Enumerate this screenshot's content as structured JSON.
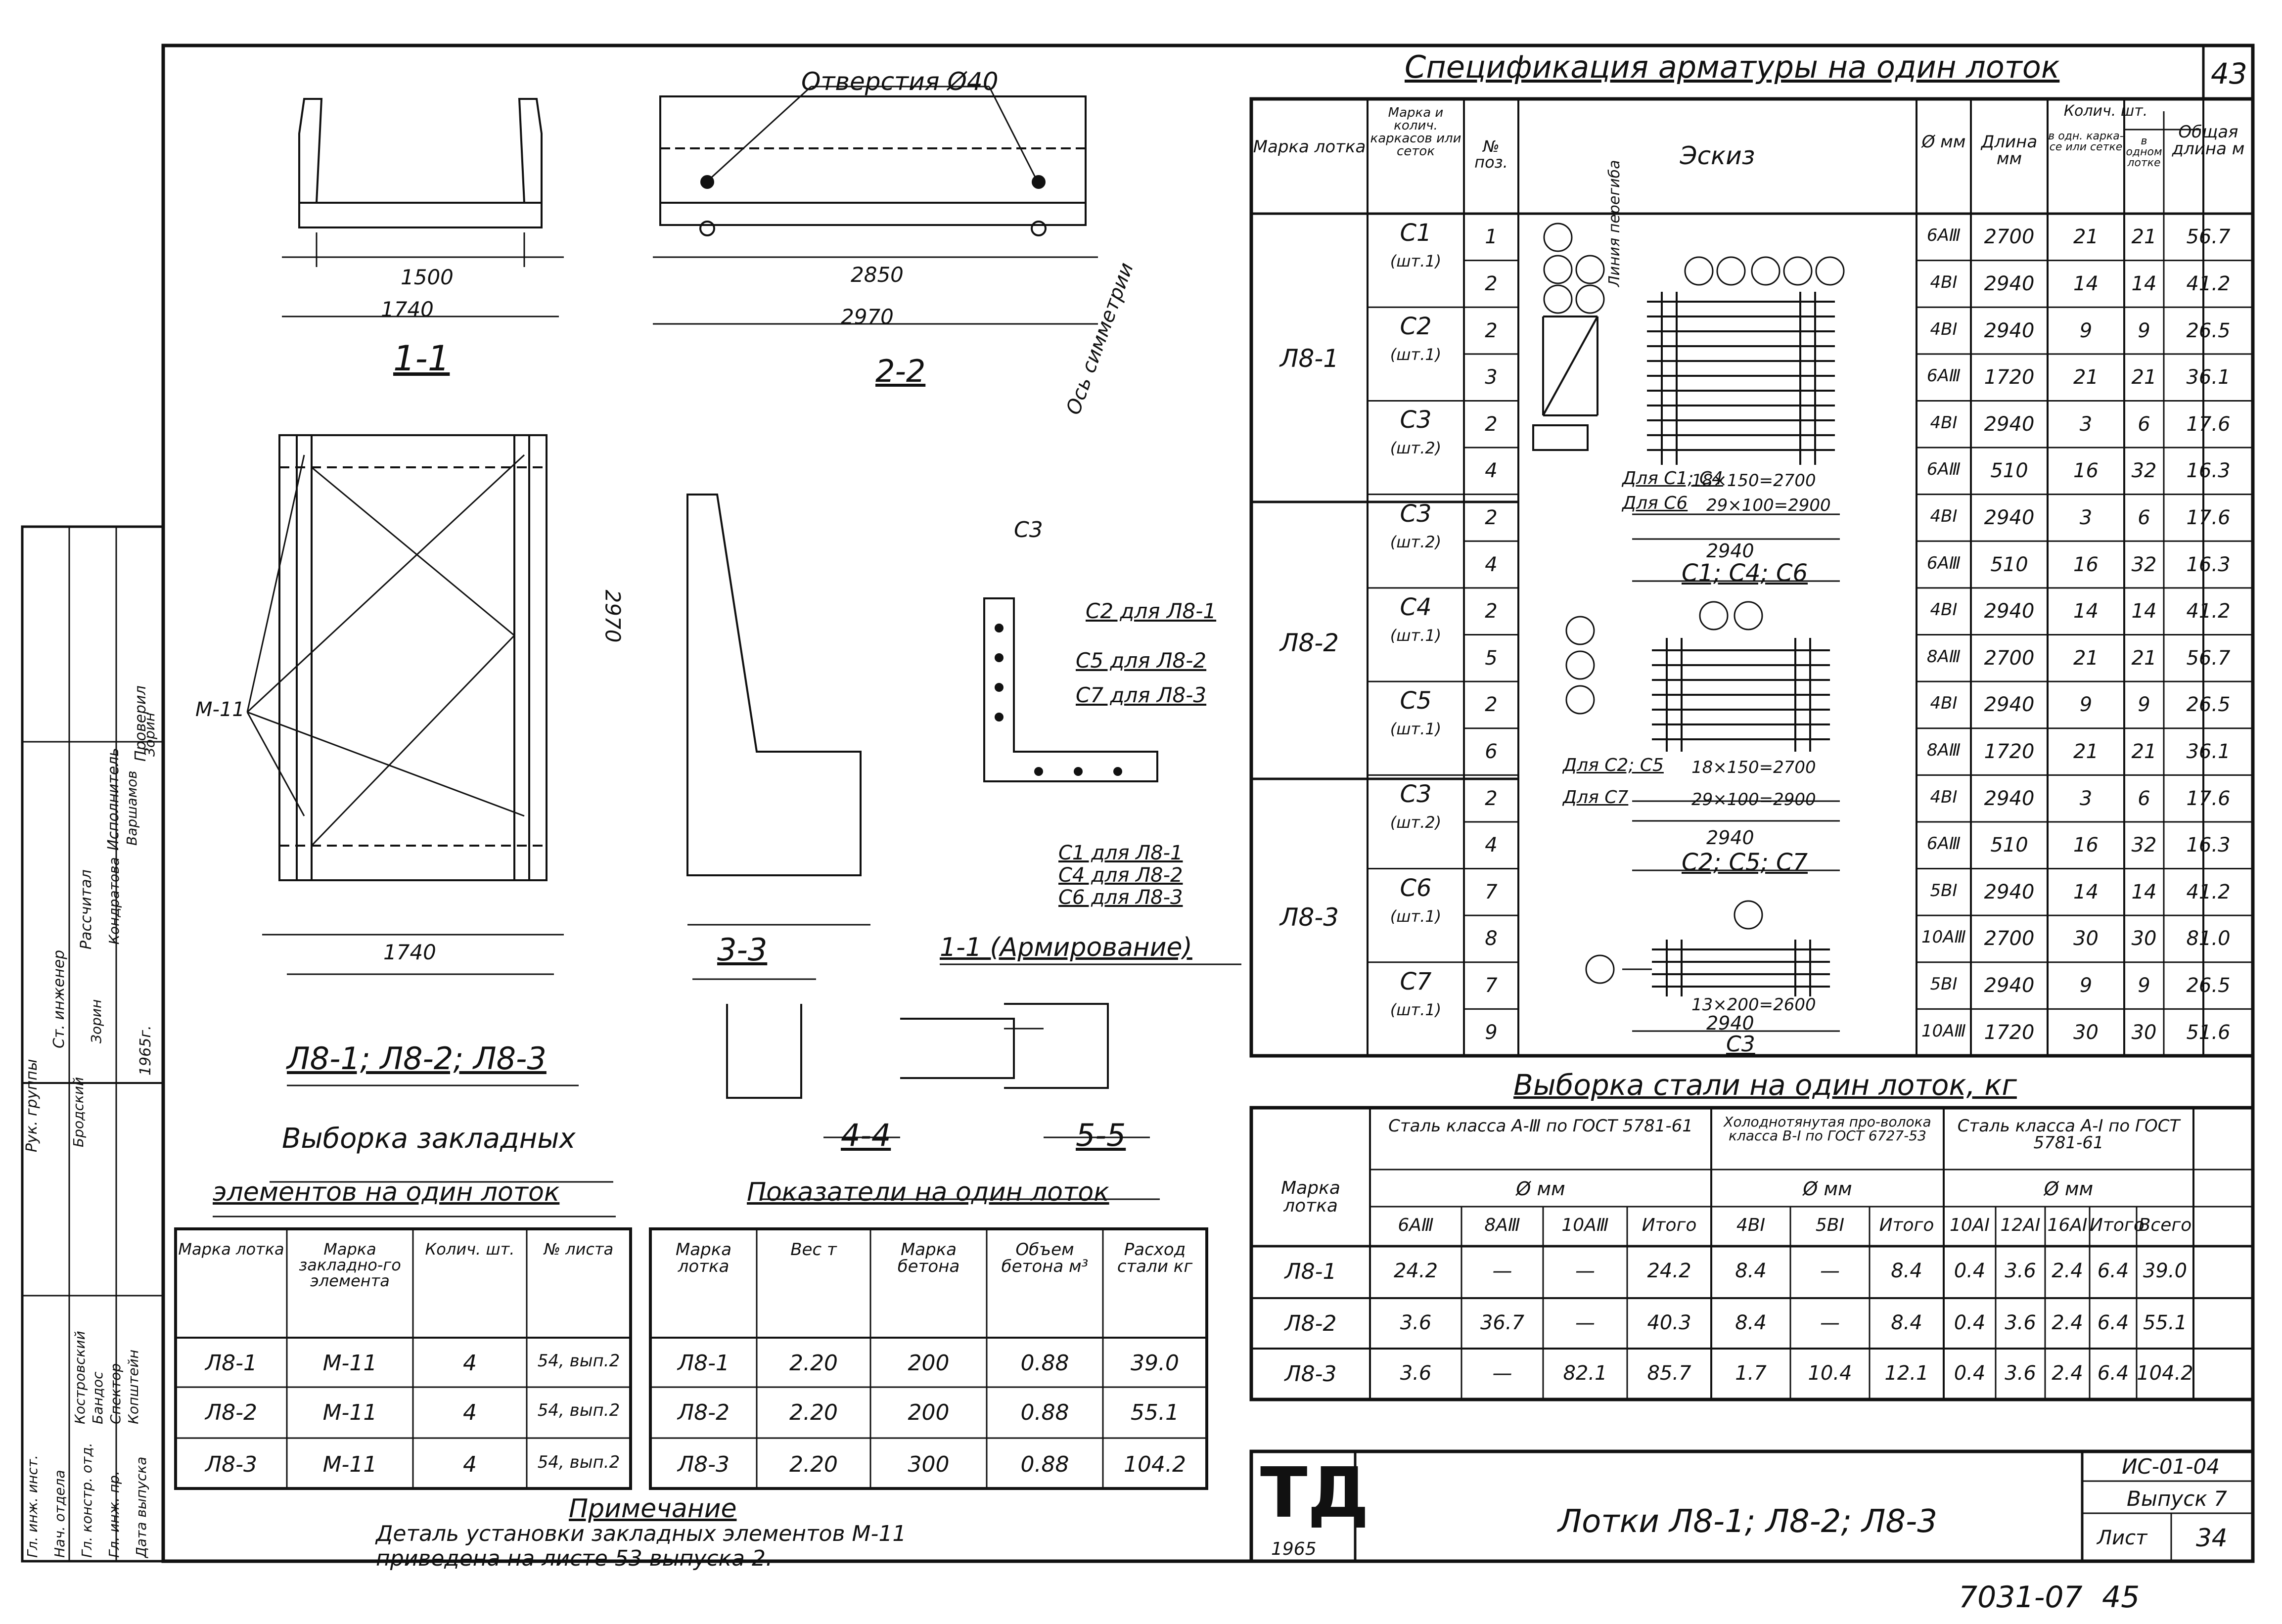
{
  "sheet_number_top": "43",
  "spec": {
    "title": "Спецификация арматуры на один лоток",
    "headers": {
      "mark": "Марка лотка",
      "frame": "Марка и колич. каркасов или сеток",
      "pos": "№ поз.",
      "sketch": "Эскиз",
      "dia": "Ø мм",
      "length": "Длина мм",
      "qty": "Колич. шт.",
      "qty_frame": "в одн. карка-се или сетке",
      "qty_tray": "в одном лотке",
      "total": "Общая длина м"
    },
    "groups": [
      {
        "mark": "Л8-1",
        "frames": [
          {
            "name": "С1",
            "count": "(шт.1)"
          },
          {
            "name": "С2",
            "count": "(шт.1)"
          },
          {
            "name": "С3",
            "count": "(шт.2)"
          }
        ]
      },
      {
        "mark": "Л8-2",
        "frames": [
          {
            "name": "С3",
            "count": "(шт.2)"
          },
          {
            "name": "С4",
            "count": "(шт.1)"
          },
          {
            "name": "С5",
            "count": "(шт.1)"
          }
        ]
      },
      {
        "mark": "Л8-3",
        "frames": [
          {
            "name": "С3",
            "count": "(шт.2)"
          },
          {
            "name": "С6",
            "count": "(шт.1)"
          },
          {
            "name": "С7",
            "count": "(шт.1)"
          }
        ]
      }
    ],
    "rows": [
      {
        "pos": "1",
        "dia": "6АⅢ",
        "len": "2700",
        "qf": "21",
        "qt": "21",
        "total": "56.7"
      },
      {
        "pos": "2",
        "dia": "4ВI",
        "len": "2940",
        "qf": "14",
        "qt": "14",
        "total": "41.2"
      },
      {
        "pos": "2",
        "dia": "4ВI",
        "len": "2940",
        "qf": "9",
        "qt": "9",
        "total": "26.5"
      },
      {
        "pos": "3",
        "dia": "6АⅢ",
        "len": "1720",
        "qf": "21",
        "qt": "21",
        "total": "36.1"
      },
      {
        "pos": "2",
        "dia": "4ВI",
        "len": "2940",
        "qf": "3",
        "qt": "6",
        "total": "17.6"
      },
      {
        "pos": "4",
        "dia": "6АⅢ",
        "len": "510",
        "qf": "16",
        "qt": "32",
        "total": "16.3"
      },
      {
        "pos": "2",
        "dia": "4ВI",
        "len": "2940",
        "qf": "3",
        "qt": "6",
        "total": "17.6"
      },
      {
        "pos": "4",
        "dia": "6АⅢ",
        "len": "510",
        "qf": "16",
        "qt": "32",
        "total": "16.3"
      },
      {
        "pos": "2",
        "dia": "4ВI",
        "len": "2940",
        "qf": "14",
        "qt": "14",
        "total": "41.2"
      },
      {
        "pos": "5",
        "dia": "8АⅢ",
        "len": "2700",
        "qf": "21",
        "qt": "21",
        "total": "56.7"
      },
      {
        "pos": "2",
        "dia": "4ВI",
        "len": "2940",
        "qf": "9",
        "qt": "9",
        "total": "26.5"
      },
      {
        "pos": "6",
        "dia": "8АⅢ",
        "len": "1720",
        "qf": "21",
        "qt": "21",
        "total": "36.1"
      },
      {
        "pos": "2",
        "dia": "4ВI",
        "len": "2940",
        "qf": "3",
        "qt": "6",
        "total": "17.6"
      },
      {
        "pos": "4",
        "dia": "6АⅢ",
        "len": "510",
        "qf": "16",
        "qt": "32",
        "total": "16.3"
      },
      {
        "pos": "7",
        "dia": "5ВI",
        "len": "2940",
        "qf": "14",
        "qt": "14",
        "total": "41.2"
      },
      {
        "pos": "8",
        "dia": "10АⅢ",
        "len": "2700",
        "qf": "30",
        "qt": "30",
        "total": "81.0"
      },
      {
        "pos": "7",
        "dia": "5ВI",
        "len": "2940",
        "qf": "9",
        "qt": "9",
        "total": "26.5"
      },
      {
        "pos": "9",
        "dia": "10АⅢ",
        "len": "1720",
        "qf": "30",
        "qt": "30",
        "total": "51.6"
      }
    ]
  },
  "steel": {
    "title": "Выборка стали на один лоток, кг",
    "h_mark": "Марка лотка",
    "h_a3": "Сталь класса А-Ⅲ по ГОСТ 5781-61",
    "h_b1": "Холоднотянутая про-волока класса В-I по ГОСТ 6727-53",
    "h_a1": "Сталь класса А-I по ГОСТ 5781-61",
    "h_dia": "Ø мм",
    "cols": [
      "6АⅢ",
      "8АⅢ",
      "10АⅢ",
      "Итого",
      "4ВI",
      "5ВI",
      "Итого",
      "10АI",
      "12АI",
      "16АI",
      "Итого",
      "Всего"
    ],
    "rows": [
      {
        "mark": "Л8-1",
        "v": [
          "24.2",
          "—",
          "—",
          "24.2",
          "8.4",
          "—",
          "8.4",
          "0.4",
          "3.6",
          "2.4",
          "6.4",
          "39.0"
        ]
      },
      {
        "mark": "Л8-2",
        "v": [
          "3.6",
          "36.7",
          "—",
          "40.3",
          "8.4",
          "—",
          "8.4",
          "0.4",
          "3.6",
          "2.4",
          "6.4",
          "55.1"
        ]
      },
      {
        "mark": "Л8-3",
        "v": [
          "3.6",
          "—",
          "82.1",
          "85.7",
          "1.7",
          "10.4",
          "12.1",
          "0.4",
          "3.6",
          "2.4",
          "6.4",
          "104.2"
        ]
      }
    ]
  },
  "embedded": {
    "title1": "Выборка закладных",
    "title2": "элементов на один лоток",
    "headers": [
      "Марка лотка",
      "Марка закладно-го элемента",
      "Колич. шт.",
      "№ листа"
    ],
    "rows": [
      [
        "Л8-1",
        "М-11",
        "4",
        "54, вып.2"
      ],
      [
        "Л8-2",
        "М-11",
        "4",
        "54, вып.2"
      ],
      [
        "Л8-3",
        "М-11",
        "4",
        "54, вып.2"
      ]
    ]
  },
  "indicators": {
    "title": "Показатели на один лоток",
    "headers": [
      "Марка лотка",
      "Вес т",
      "Марка бетона",
      "Объем бетона м³",
      "Расход стали кг"
    ],
    "rows": [
      [
        "Л8-1",
        "2.20",
        "200",
        "0.88",
        "39.0"
      ],
      [
        "Л8-2",
        "2.20",
        "200",
        "0.88",
        "55.1"
      ],
      [
        "Л8-3",
        "2.20",
        "300",
        "0.88",
        "104.2"
      ]
    ]
  },
  "note": {
    "title": "Примечание",
    "line1": "Деталь установки закладных элементов М-11",
    "line2": "приведена на листе 53 выпуска 2."
  },
  "title_block": {
    "logo": "ТД",
    "year": "1965",
    "title": "Лотки Л8-1; Л8-2; Л8-3",
    "code": "ИС-01-04",
    "issue": "Выпуск 7",
    "sheet_label": "Лист",
    "sheet_no": "34"
  },
  "stamp": {
    "roles": [
      "Рук. группы",
      "Ст. инженер",
      "Рассчитал",
      "Исполнитель",
      "Проверил"
    ],
    "names": [
      "Бродский",
      "Зорин",
      "Кондратова",
      "Варшамов",
      "Зорин"
    ],
    "date_label": "1965г.",
    "roles2": [
      "Гл. инж. инст.",
      "Нач. отдела",
      "Гл. констр. отд.",
      "Гл. инж. пр.",
      "Дата выпуска"
    ],
    "names2": [
      "Костровский",
      "Бандос",
      "Спектор",
      "Копштейн",
      ""
    ]
  },
  "footer": {
    "archive": "7031-07",
    "page": "45"
  },
  "drawings": {
    "holes": "Отверстия Ø40",
    "sec11": "1-1",
    "sec22": "2-2",
    "sec33": "3-3",
    "sec44": "4-4",
    "sec55": "5-5",
    "reinf": "1-1 (Армирование)",
    "marks": "Л8-1; Л8-2; Л8-3",
    "axis": "Ось симметрии",
    "m11": "М-11",
    "c3": "С3",
    "c2": "С2 для Л8-1",
    "c5": "С5 для Л8-2",
    "c7": "С7 для Л8-3",
    "c1": "С1 для Л8-1",
    "c4": "С4 для Л8-2",
    "c6": "С6 для Л8-3",
    "d1740": "1740",
    "d1500": "1500",
    "d2970": "2970",
    "d2850": "2850",
    "d2940": "2940",
    "frame_a": "С1; С4; С6",
    "frame_b": "С2; С5; С7",
    "frame_c": "С3",
    "for_c1c4": "Для С1; С4",
    "for_c6": "Для С6",
    "for_c2c5": "Для С2; С5",
    "for_c7": "Для С7",
    "sp1": "18×150=2700",
    "sp2": "29×100=2900",
    "sp3": "13×200=2600",
    "splice": "Линия перегиба"
  }
}
